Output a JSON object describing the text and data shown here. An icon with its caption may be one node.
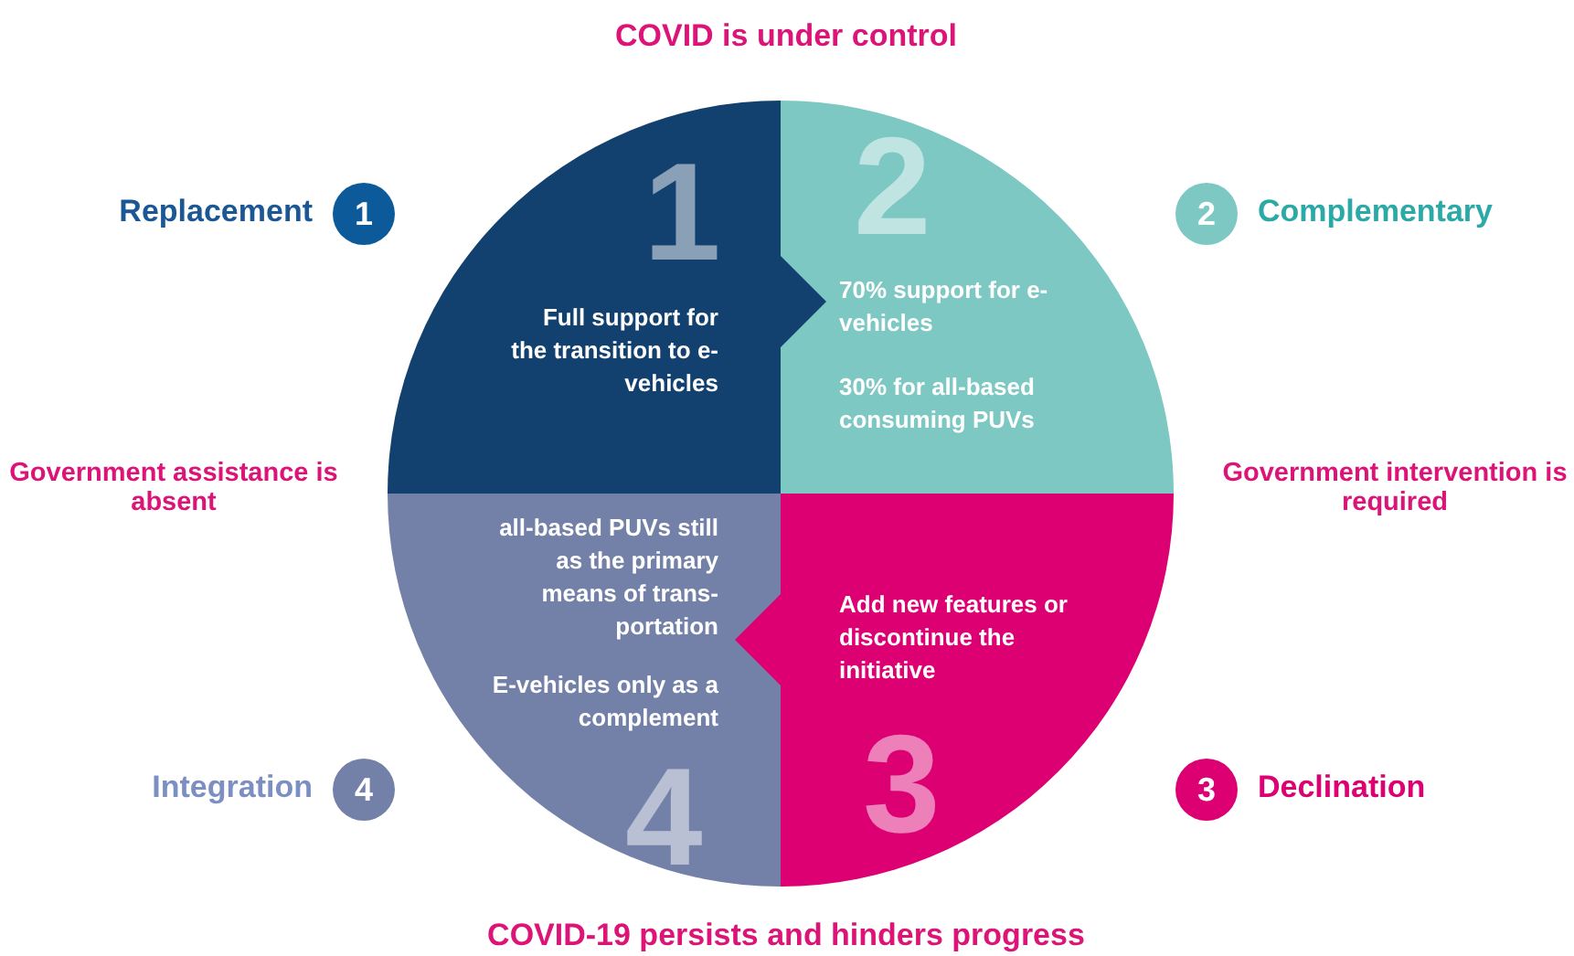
{
  "diagram": {
    "nodes": [
      {
        "text": [
          "1",
          "Full support for the transition to e-vehicles"
        ]
      },
      {
        "text": [
          "2",
          "70% support for e-vehicles",
          "30% for all-based consuming PUVs"
        ]
      },
      {
        "text": [
          "Add new features or discontinue the initiative",
          "3"
        ]
      },
      {
        "text": [
          "all-based PUVs still as the primary means of trans- portation",
          "E-vehicles only as a complement",
          "4"
        ]
      },
      {
        "text": [
          "1"
        ],
        "beside": [
          "Replacement"
        ]
      },
      {
        "text": [
          "2"
        ],
        "beside": [
          "Complementary"
        ]
      },
      {
        "text": [
          "4"
        ],
        "beside": [
          "Integration"
        ]
      },
      {
        "text": [
          "3"
        ],
        "beside": [
          "Declination"
        ]
      }
    ],
    "edges": [
      {
        "from": 0,
        "to": 1,
        "arrow": "to"
      },
      {
        "from": 2,
        "to": 3,
        "arrow": "to"
      }
    ],
    "labels": [
      "COVID is under control",
      "Government assistance is absent",
      "Government intervention is required",
      "COVID-19 persists and hinders progress"
    ]
  }
}
